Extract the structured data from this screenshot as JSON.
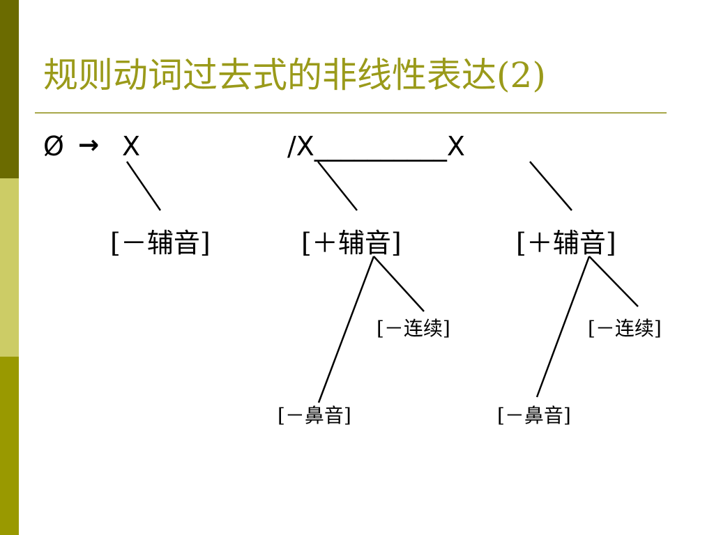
{
  "colors": {
    "title": "#9a9a1a",
    "rule": "#a8a84a",
    "sidebar_dark": "#6b6b00",
    "sidebar_light": "#cccc66",
    "sidebar_mid": "#999900"
  },
  "slide": {
    "title": "规则动词过去式的非线性表达(2)"
  },
  "diagram": {
    "rule_lhs": "Ø",
    "arrow": "→",
    "rule_rhs": "X",
    "environment": "/X__________X",
    "minus_consonant": "[－辅音]",
    "plus_consonant_left": "[＋辅音]",
    "plus_consonant_right": "[＋辅音]",
    "minus_continuant_left": "[－连续]",
    "minus_continuant_right": "[－连续]",
    "minus_nasal_left": "[－鼻音]",
    "minus_nasal_right": "[－鼻音]"
  }
}
